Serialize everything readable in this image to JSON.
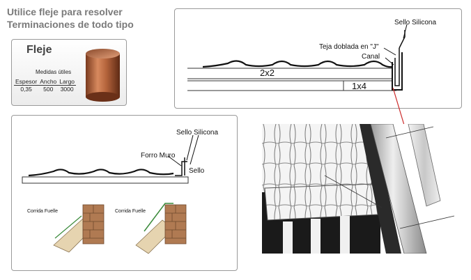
{
  "heading": {
    "line1": "Utilice fleje para resolver",
    "line2": "Terminaciones de todo tipo"
  },
  "fleje": {
    "title": "Fleje",
    "subtitle": "Medidas útiles",
    "columns": [
      "Espesor",
      "Ancho",
      "Largo"
    ],
    "values": [
      "0,35",
      "500",
      "3000"
    ]
  },
  "main_diagram": {
    "label_sello": "Sello Silicona",
    "label_teja": "Teja doblada en \"J\"",
    "label_canal": "Canal",
    "label_2x2": "2x2",
    "label_1x4": "1x4"
  },
  "lower_diagram": {
    "label_sello": "Sello Silicona",
    "label_forro": "Forro Muro",
    "label_sello2": "Sello",
    "label_corrida_left": "Corrida Fuelle",
    "label_corrida_right": "Corrida Fuelle"
  },
  "colors": {
    "heading": "#7a7a7a",
    "copper": "#b5643c",
    "arrow": "#cc2a2a",
    "brick": "#b07a52",
    "flashing": "#3a8a3a"
  }
}
